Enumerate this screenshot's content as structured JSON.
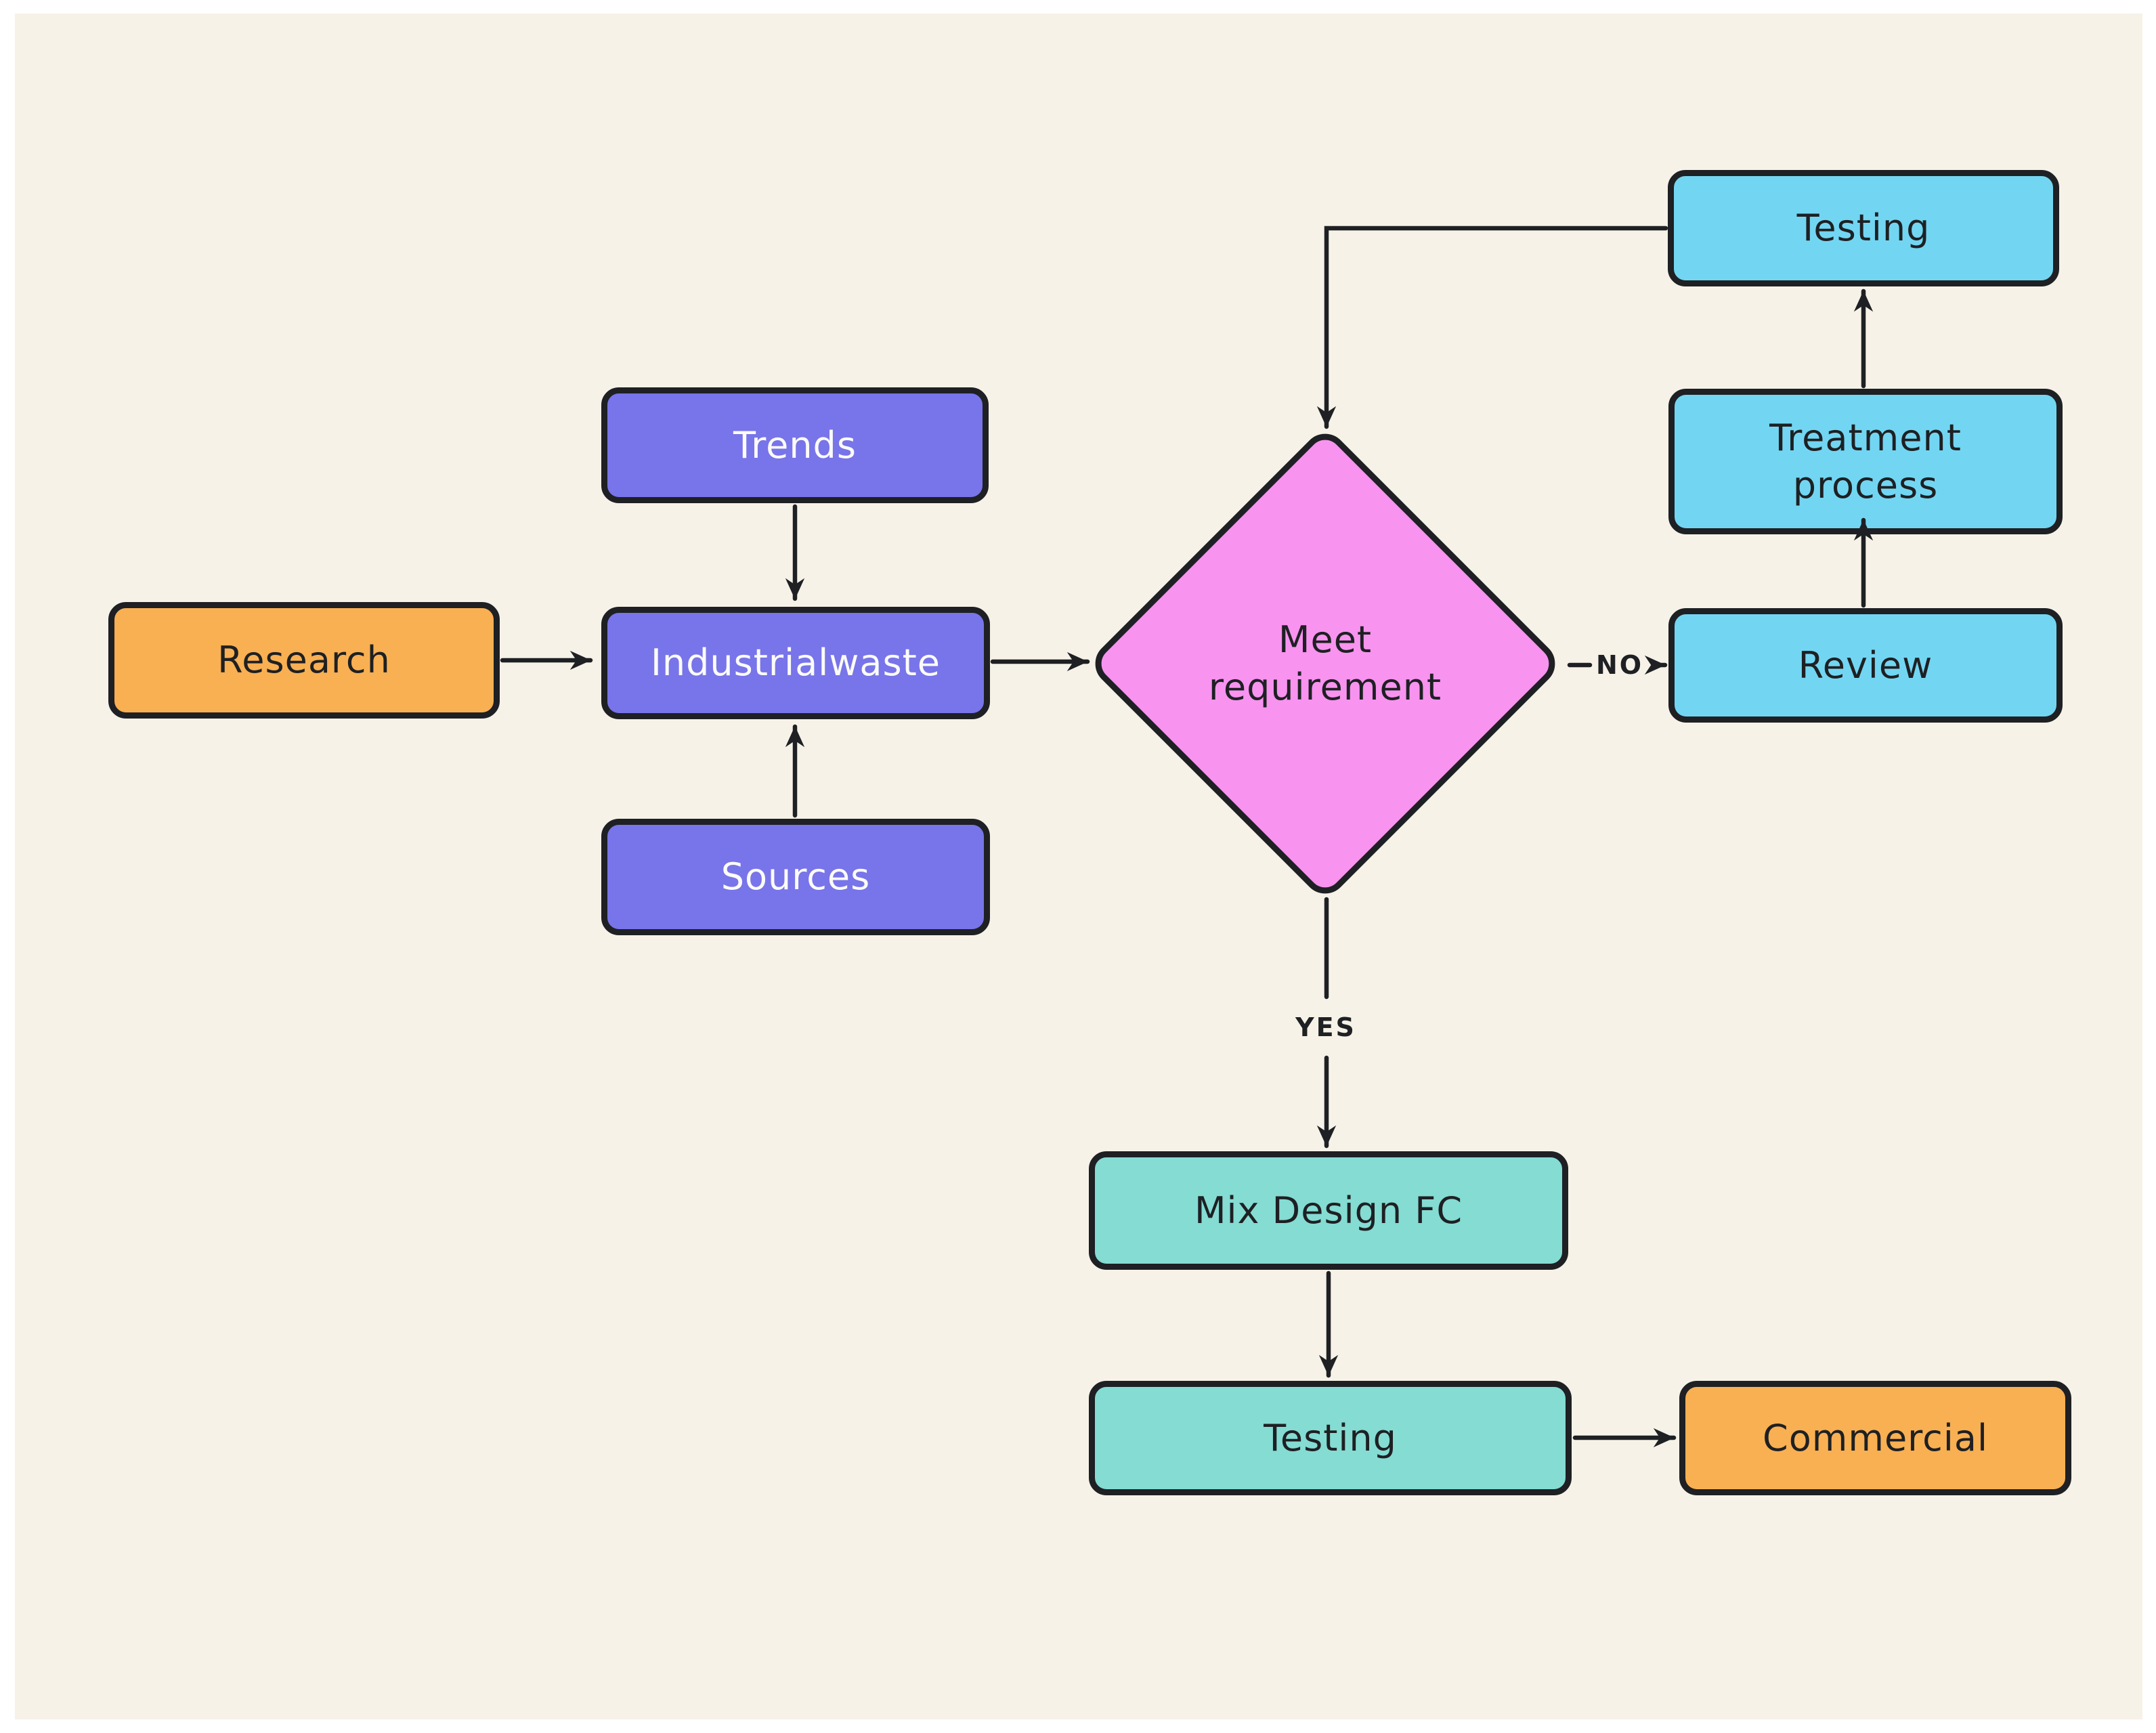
{
  "palette": {
    "canvas": "#F6F2E8",
    "frame": "#FFFFFF",
    "ink": "#1E2023",
    "orange": "#F9B052",
    "purple": "#7874E9",
    "pink": "#F893EF",
    "cyan": "#72D6F2",
    "teal": "#84DCD3",
    "text-light": "#FBFBF8"
  },
  "nodes": {
    "research": {
      "label": "Research",
      "shape": "rounded-rect",
      "color": "orange"
    },
    "trends": {
      "label": "Trends",
      "shape": "rounded-rect",
      "color": "purple"
    },
    "industrialwaste": {
      "label": "Industrialwaste",
      "shape": "rounded-rect",
      "color": "purple"
    },
    "sources": {
      "label": "Sources",
      "shape": "rounded-rect",
      "color": "purple"
    },
    "meet_requirement": {
      "label": "Meet\nrequirement",
      "shape": "diamond",
      "color": "pink"
    },
    "testing_top": {
      "label": "Testing",
      "shape": "rounded-rect",
      "color": "cyan"
    },
    "treatment_process": {
      "label": "Treatment\nprocess",
      "shape": "rounded-rect",
      "color": "cyan"
    },
    "review": {
      "label": "Review",
      "shape": "rounded-rect",
      "color": "cyan"
    },
    "mix_design_fc": {
      "label": "Mix Design FC",
      "shape": "rounded-rect",
      "color": "teal"
    },
    "testing_bottom": {
      "label": "Testing",
      "shape": "rounded-rect",
      "color": "teal"
    },
    "commercial": {
      "label": "Commercial",
      "shape": "rounded-rect",
      "color": "orange"
    }
  },
  "edge_labels": {
    "yes": "YES",
    "no": "NO"
  },
  "edges": [
    {
      "from": "research",
      "to": "industrialwaste",
      "label": ""
    },
    {
      "from": "trends",
      "to": "industrialwaste",
      "label": ""
    },
    {
      "from": "sources",
      "to": "industrialwaste",
      "label": ""
    },
    {
      "from": "industrialwaste",
      "to": "meet_requirement",
      "label": ""
    },
    {
      "from": "meet_requirement",
      "to": "review",
      "label": "NO"
    },
    {
      "from": "review",
      "to": "treatment_process",
      "label": ""
    },
    {
      "from": "treatment_process",
      "to": "testing_top",
      "label": ""
    },
    {
      "from": "testing_top",
      "to": "meet_requirement",
      "label": ""
    },
    {
      "from": "meet_requirement",
      "to": "mix_design_fc",
      "label": "YES"
    },
    {
      "from": "mix_design_fc",
      "to": "testing_bottom",
      "label": ""
    },
    {
      "from": "testing_bottom",
      "to": "commercial",
      "label": ""
    }
  ]
}
